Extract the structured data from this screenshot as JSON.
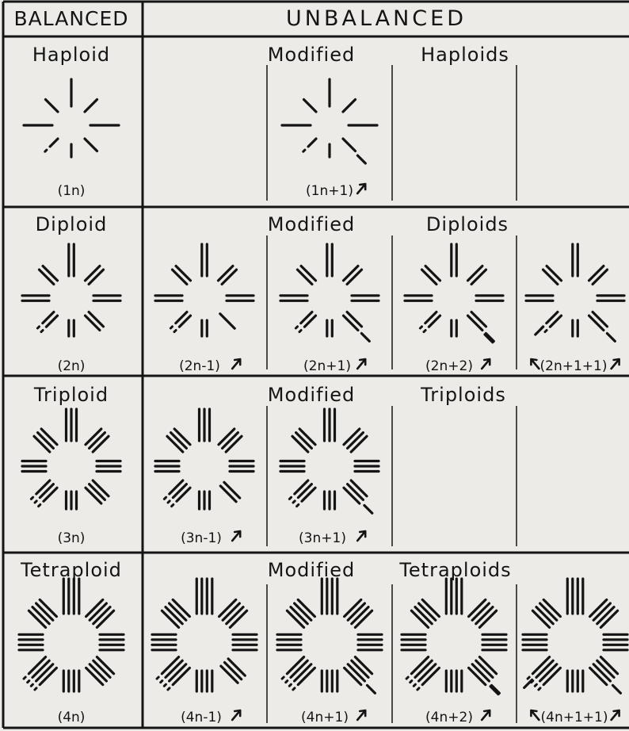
{
  "header": {
    "balanced": "BALANCED",
    "unbalanced": "UNBALANCED"
  },
  "rows": [
    {
      "title": "Haploid",
      "modified_word": "Modified",
      "modified_group": "Haploids",
      "cells": [
        {
          "label": "(1n)",
          "ploidy": 1,
          "extra": [],
          "missing": [],
          "arrows": []
        },
        null,
        {
          "label": "(1n+1)",
          "ploidy": 1,
          "extra": [
            "SE"
          ],
          "missing": [],
          "arrows": [
            "right"
          ]
        },
        null,
        null
      ]
    },
    {
      "title": "Diploid",
      "modified_word": "Modified",
      "modified_group": "Diploids",
      "cells": [
        {
          "label": "(2n)",
          "ploidy": 2,
          "extra": [],
          "missing": [],
          "arrows": []
        },
        {
          "label": "(2n-1)",
          "ploidy": 2,
          "extra": [],
          "missing": [
            "SE"
          ],
          "arrows": [
            "right"
          ]
        },
        {
          "label": "(2n+1)",
          "ploidy": 2,
          "extra": [
            "SE"
          ],
          "missing": [],
          "arrows": [
            "right"
          ]
        },
        {
          "label": "(2n+2)",
          "ploidy": 2,
          "extra": [
            "SE",
            "SE"
          ],
          "missing": [],
          "arrows": [
            "right"
          ]
        },
        {
          "label": "(2n+1+1)",
          "ploidy": 2,
          "extra": [
            "SE",
            "SW"
          ],
          "missing": [],
          "arrows": [
            "left",
            "right"
          ]
        }
      ]
    },
    {
      "title": "Triploid",
      "modified_word": "Modified",
      "modified_group": "Triploids",
      "cells": [
        {
          "label": "(3n)",
          "ploidy": 3,
          "extra": [],
          "missing": [],
          "arrows": []
        },
        {
          "label": "(3n-1)",
          "ploidy": 3,
          "extra": [],
          "missing": [
            "SE"
          ],
          "arrows": [
            "right"
          ]
        },
        {
          "label": "(3n+1)",
          "ploidy": 3,
          "extra": [
            "SE"
          ],
          "missing": [],
          "arrows": [
            "right"
          ]
        },
        null,
        null
      ]
    },
    {
      "title": "Tetraploid",
      "modified_word": "Modified",
      "modified_group": "Tetraploids",
      "cells": [
        {
          "label": "(4n)",
          "ploidy": 4,
          "extra": [],
          "missing": [],
          "arrows": []
        },
        {
          "label": "(4n-1)",
          "ploidy": 4,
          "extra": [],
          "missing": [
            "SE"
          ],
          "arrows": [
            "right"
          ]
        },
        {
          "label": "(4n+1)",
          "ploidy": 4,
          "extra": [
            "SE"
          ],
          "missing": [],
          "arrows": [
            "right"
          ]
        },
        {
          "label": "(4n+2)",
          "ploidy": 4,
          "extra": [
            "SE",
            "SE"
          ],
          "missing": [],
          "arrows": [
            "right"
          ]
        },
        {
          "label": "(4n+1+1)",
          "ploidy": 4,
          "extra": [
            "SE",
            "SW"
          ],
          "missing": [],
          "arrows": [
            "left",
            "right"
          ]
        }
      ]
    }
  ],
  "colors": {
    "ink": "#141414",
    "paper": "#ecebe8"
  }
}
